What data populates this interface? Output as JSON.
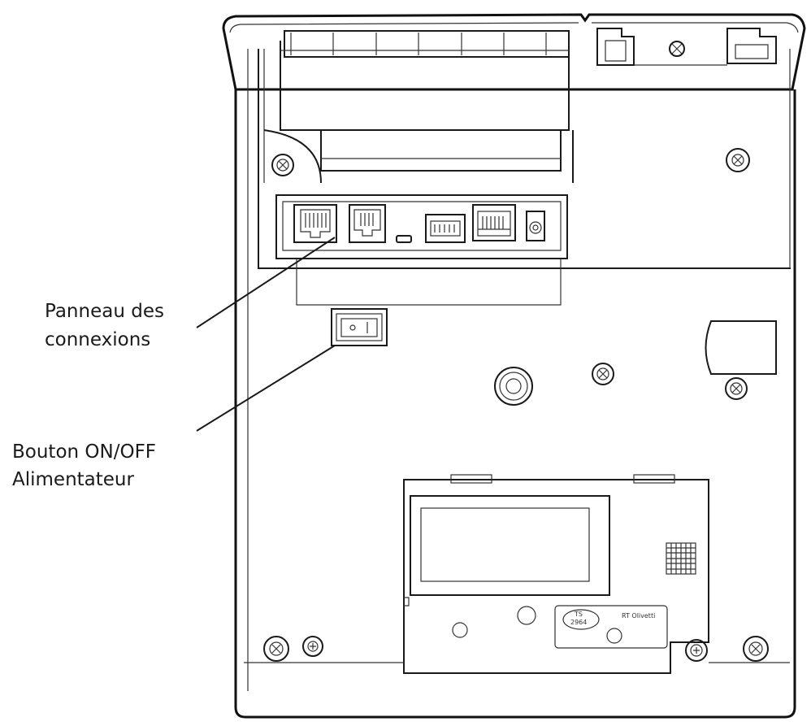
{
  "callouts": {
    "connection_panel": {
      "line1": "Panneau des",
      "line2": "connexions"
    },
    "power_switch": {
      "line1": "Bouton ON/OFF",
      "line2": "Alimentateur"
    }
  },
  "plate": {
    "badge": "TS\n2964",
    "badge_line1": "TS",
    "badge_line2": "2964",
    "brand": "RT Olivetti"
  },
  "colors": {
    "ink": "#1a1a1a",
    "background": "#ffffff"
  }
}
